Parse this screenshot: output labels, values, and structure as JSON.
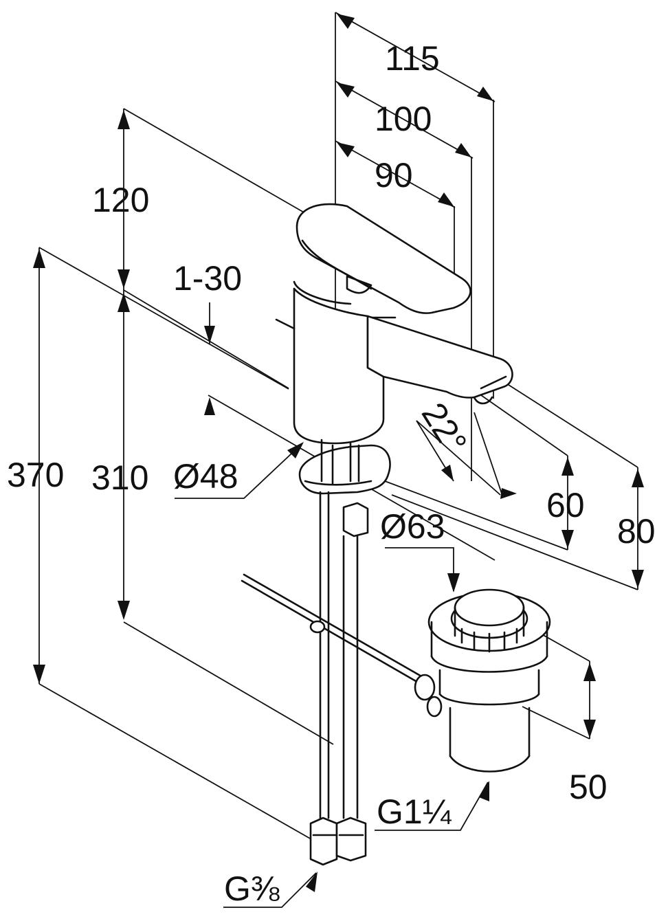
{
  "dimensions": {
    "d115": "115",
    "d100": "100",
    "d90": "90",
    "d120": "120",
    "d1_30": "1-30",
    "d370": "370",
    "d310": "310",
    "d48": "Ø48",
    "d22": "22°",
    "d60": "60",
    "d80": "80",
    "d63": "Ø63",
    "d50": "50",
    "g114": "G1¼",
    "g38": "G⅜"
  }
}
